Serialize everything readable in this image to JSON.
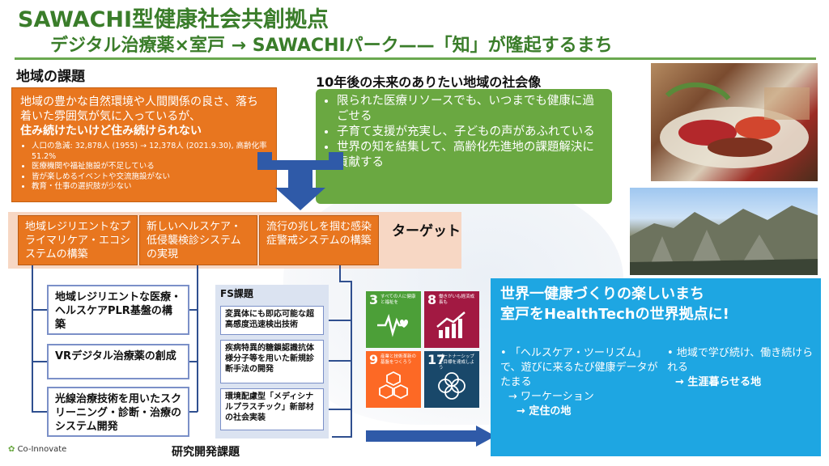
{
  "header": {
    "title": "SAWACHI型健康社会共創拠点",
    "subtitle": "デジタル治療薬×室戸 → SAWACHIパーク——「知」が隆起するまち"
  },
  "issues": {
    "heading": "地域の課題",
    "main_text": "地域の豊かな自然環境や人間関係の良さ、落ち着いた雰囲気が気に入っているが、",
    "main_bold": "住み続けたいけど住み続けられない",
    "bullets": [
      "人口の急減: 32,878人 (1955) → 12,378人 (2021.9.30), 高齢化率51.2%",
      "医療機関や福祉施設が不足している",
      "皆が楽しめるイベントや交流施設がない",
      "教育・仕事の選択肢が少ない"
    ]
  },
  "future": {
    "heading": "10年後の未来のありたい地域の社会像",
    "bullets": [
      "限られた医療リソースでも、いつまでも健康に過ごせる",
      "子育て支援が充実し、子どもの声があふれている",
      "世界の知を結集して、高齢化先進地の課題解決に貢献する"
    ]
  },
  "targets": {
    "label": "ターゲット",
    "items": [
      "地域レジリエントなプライマリケア・エコシステムの構築",
      "新しいヘルスケア・低侵襲検診システムの実現",
      "流行の兆しを掴む感染症警戒システムの構築"
    ]
  },
  "research": {
    "label": "研究開発課題",
    "items": [
      "地域レジリエントな医療・ヘルスケアPLR基盤の構築",
      "VRデジタル治療薬の創成",
      "光線治療技術を用いたスクリーニング・診断・治療のシステム開発"
    ]
  },
  "fs": {
    "title": "FS課題",
    "items": [
      "変異体にも即応可能な超高感度迅速検出技術",
      "疾病特異的糖鎖認識抗体様分子等を用いた新規診断手法の開発",
      "環境配慮型「メディシナルプラスチック」新部材の社会実装"
    ]
  },
  "sdgs": [
    {
      "num": "3",
      "text": "すべての人に健康と福祉を",
      "color": "#4c9f38"
    },
    {
      "num": "8",
      "text": "働きがいも経済成長も",
      "color": "#a21942"
    },
    {
      "num": "9",
      "text": "産業と技術革新の基盤をつくろう",
      "color": "#fd6925"
    },
    {
      "num": "17",
      "text": "パートナーシップで目標を達成しよう",
      "color": "#19486a"
    }
  ],
  "goal": {
    "title1": "世界一健康づくりの楽しいまち",
    "title2": "室戸をHealthTechの世界拠点に!",
    "col1_text": "「ヘルスケア・ツーリズム」で、遊びに来るたび健康データがたまる",
    "col1_arrow1": "→ ワーケーション",
    "col1_arrow2": "→ 定住の地",
    "col2_text": "地域で学び続け、働き続けられる",
    "col2_arrow": "→ 生涯暮らせる地"
  },
  "logo": {
    "text": "Co-Innovate"
  },
  "colors": {
    "title_green": "#3a7d2a",
    "issue_orange": "#e8761f",
    "future_green": "#6aa841",
    "goal_blue": "#1ea6e2",
    "arrow_blue": "#2f5aa8"
  }
}
